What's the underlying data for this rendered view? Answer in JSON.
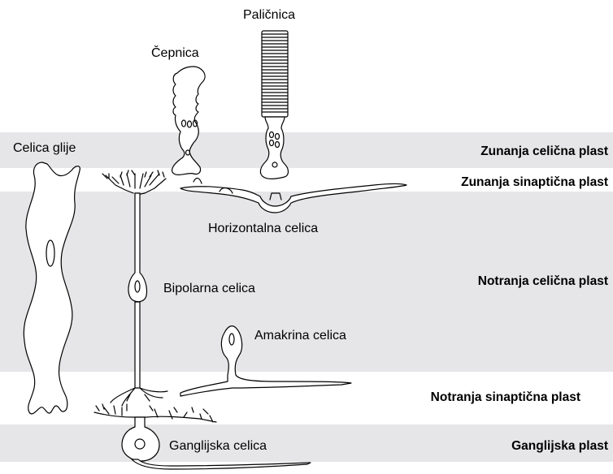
{
  "colors": {
    "background": "#ffffff",
    "layer_band": "#e6e6e8",
    "outline": "#000000"
  },
  "cells": {
    "rod": "Paličnica",
    "cone": "Čepnica",
    "glia": "Celica glije",
    "horizontal": "Horizontalna celica",
    "bipolar": "Bipolarna celica",
    "amacrine": "Amakrina celica",
    "ganglion": "Ganglijska celica"
  },
  "layers": {
    "outer_nuclear": "Zunanja  celična plast",
    "outer_plexiform": "Zunanja sinaptična plast",
    "inner_nuclear": "Notranja celična plast",
    "inner_plexiform": "Notranja sinaptična plast",
    "ganglion": "Ganglijska plast"
  }
}
